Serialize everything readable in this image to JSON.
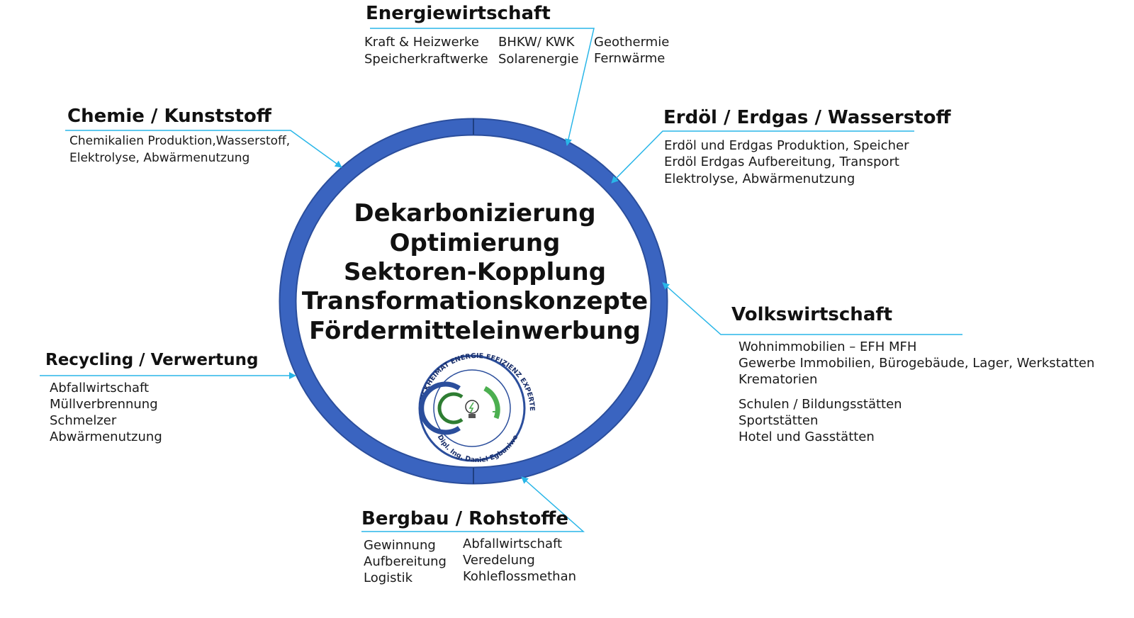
{
  "colors": {
    "ring": "#3A64C0",
    "ring_edge": "#2B4E9C",
    "connector": "#29B6E8"
  },
  "center_lines": [
    "Dekarbonizierung",
    "Optimierung",
    "Sektoren-Kopplung",
    "Transformationskonzepte",
    "Fördermitteleinwerbung"
  ],
  "logo": {
    "ring_text": "BRUCKHEIMAT ENERGIE EFFIZIENZ EXPERTE",
    "name_text": "Dipl. Ing. Daniel Egbuniwe",
    "plus_symbol": "+",
    "icon": "lightbulb-icon"
  },
  "sectors": {
    "energiewirtschaft": {
      "title": "Energiewirtschaft",
      "col1": [
        "Kraft & Heizwerke",
        "Speicherkraftwerke"
      ],
      "col2": [
        "BHKW/ KWK",
        "Solarenergie"
      ],
      "col3": [
        "Geothermie",
        "Fernwärme"
      ]
    },
    "chemie": {
      "title": "Chemie / Kunststoff",
      "lines": [
        "Chemikalien Produktion,Wasserstoff,",
        "Elektrolyse, Abwärmenutzung"
      ]
    },
    "erdoel": {
      "title": "Erdöl / Erdgas / Wasserstoff",
      "lines": [
        "Erdöl und Erdgas Produktion, Speicher",
        "Erdöl Erdgas Aufbereitung, Transport",
        "Elektrolyse, Abwärmenutzung"
      ]
    },
    "volkswirtschaft": {
      "title": "Volkswirtschaft",
      "lines": [
        "Wohnimmobilien – EFH MFH",
        "Gewerbe Immobilien, Bürogebäude, Lager, Werkstatten",
        "Krematorien"
      ],
      "lines2": [
        "Schulen / Bildungsstätten",
        "Sportstätten",
        "Hotel und Gasstätten"
      ]
    },
    "recycling": {
      "title": "Recycling / Verwertung",
      "lines": [
        "Abfallwirtschaft",
        "Müllverbrennung",
        "Schmelzer",
        "Abwärmenutzung"
      ]
    },
    "bergbau": {
      "title": "Bergbau / Rohstoffe",
      "col1": [
        "Gewinnung",
        "Aufbereitung",
        "Logistik"
      ],
      "col2": [
        "Abfallwirtschaft",
        "Veredelung",
        "Kohleflossmethan"
      ]
    }
  }
}
